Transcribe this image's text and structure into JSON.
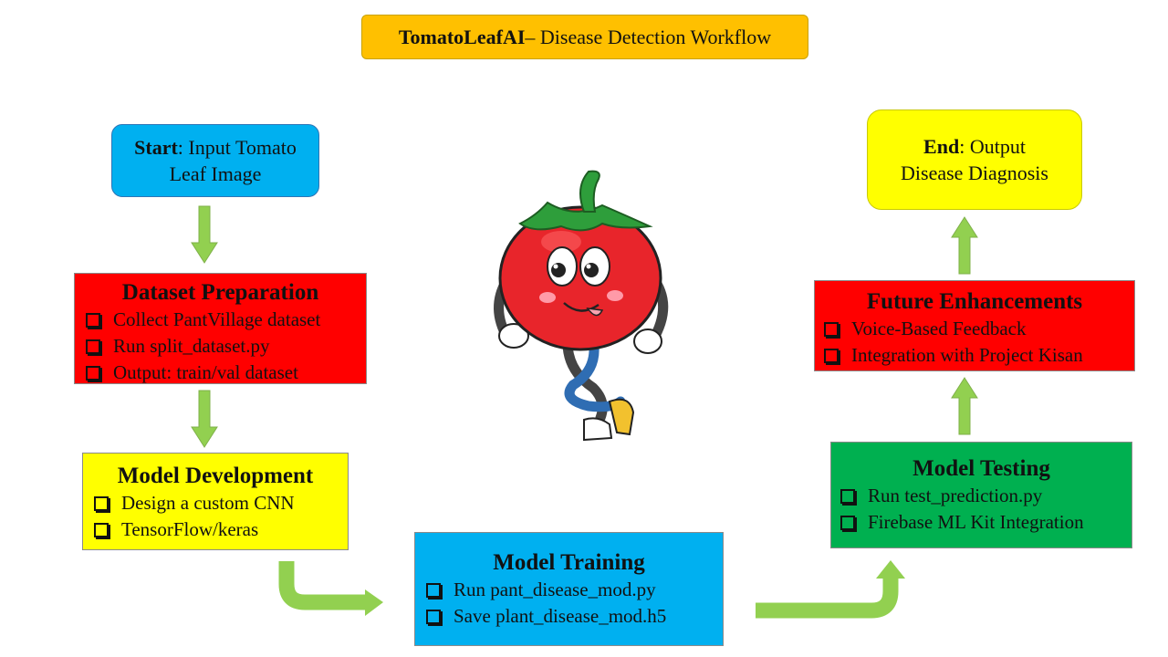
{
  "title": {
    "bold": "TomatoLeafAI",
    "rest": " – Disease Detection Workflow"
  },
  "start": {
    "bold": "Start",
    "line1": ": Input Tomato",
    "line2": "Leaf Image"
  },
  "end": {
    "bold": "End",
    "line1": ": Output",
    "line2": "Disease Diagnosis"
  },
  "dataset_prep": {
    "heading": "Dataset Preparation",
    "items": [
      "Collect PantVillage dataset",
      "Run split_dataset.py",
      "Output: train/val dataset"
    ]
  },
  "model_dev": {
    "heading": "Model Development",
    "items": [
      "Design a custom CNN",
      "TensorFlow/keras"
    ]
  },
  "model_train": {
    "heading": "Model Training",
    "items": [
      "Run pant_disease_mod.py",
      "Save plant_disease_mod.h5"
    ]
  },
  "model_test": {
    "heading": "Model Testing",
    "items": [
      "Run test_prediction.py",
      "Firebase ML Kit Integration"
    ]
  },
  "future": {
    "heading": "Future Enhancements",
    "items": [
      "Voice-Based Feedback",
      "Integration with Project Kisan"
    ]
  },
  "colors": {
    "title_bg": "#ffc000",
    "start_bg": "#00b0f0",
    "end_bg": "#ffff00",
    "prep_bg": "#ff0000",
    "dev_bg": "#ffff00",
    "train_bg": "#00b0f0",
    "test_bg": "#00b050",
    "future_bg": "#ff0000",
    "arrow": "#92d050"
  },
  "icons": {
    "mascot": "tomato-mascot-icon",
    "checkbox": "checkbox-icon",
    "arrow": "arrow-icon"
  }
}
